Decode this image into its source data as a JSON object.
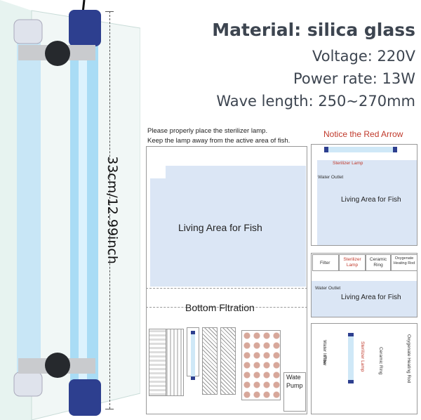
{
  "specs": {
    "material": "Material: silica glass",
    "voltage": "Voltage: 220V",
    "power": "Power rate: 13W",
    "wavelength": "Wave length: 250~270mm"
  },
  "dimension": "33cm/12.99inch",
  "diagram": {
    "instruction_line1": "Please properly place the sterilizer lamp.",
    "instruction_line2": "Keep the lamp away from the active area of fish.",
    "living_area": "Living Area for Fish",
    "bottom_filtration": "Bottom Fltration",
    "water_pump_line1": "Wate",
    "water_pump_line2": "Pump"
  },
  "side_diagram": {
    "notice": "Notice the Red Arrow",
    "top_panel": {
      "sterilizer_lamp": "Sterilizer Lamp",
      "water_outlet": "Water Outlet",
      "living_area": "Living Area for Fish"
    },
    "middle_panel": {
      "filter": "Filter",
      "sterilizer_lamp": "Sterilizer Lamp",
      "ceramic_ring": "Ceramic Ring",
      "oxygenate": "Oxygenate Heating Rod",
      "water_outlet": "Water Outlet",
      "living_area": "Living Area for Fish"
    },
    "bottom_panel": {
      "water_inflow": "Water Inflow",
      "filter": "Filter",
      "sterilizer_lamp": "Sterilizer Lamp",
      "ceramic_ring": "Ceramic Ring",
      "oxygenate": "Oxygenate Heating Rod"
    }
  },
  "colors": {
    "accent_red": "#c0392b",
    "spec_text": "#3d4550",
    "water": "#dbe6f5",
    "lamp_blue": "#2d3f8f"
  }
}
